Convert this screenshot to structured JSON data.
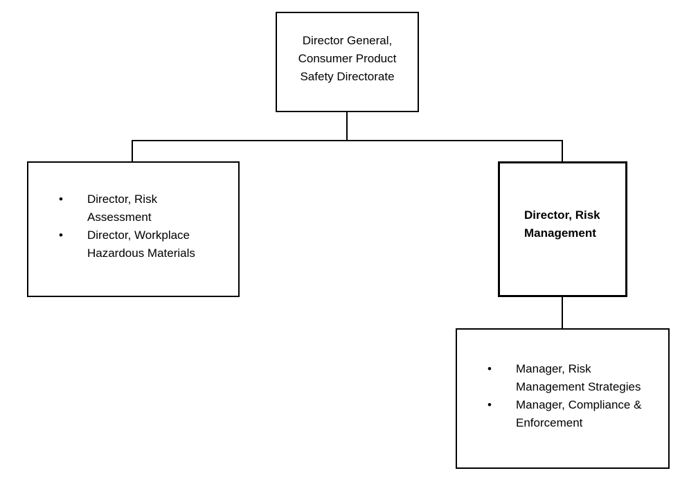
{
  "diagram": {
    "type": "org-chart",
    "background_color": "#ffffff",
    "line_color": "#000000",
    "text_color": "#000000",
    "bullet_glyph": "•",
    "nodes": {
      "director_general": {
        "text": "Director General, Consumer Product Safety Directorate",
        "lines": [
          "Director General,",
          "Consumer Product",
          "Safety Directorate"
        ],
        "bold": false
      },
      "directors_group": {
        "items": [
          {
            "text": "Director, Risk Assessment",
            "lines": [
              "Director, Risk",
              "Assessment"
            ]
          },
          {
            "text": "Director, Workplace Hazardous Materials",
            "lines": [
              "Director, Workplace",
              "Hazardous Materials"
            ]
          }
        ]
      },
      "director_risk_management": {
        "text": "Director, Risk Management",
        "lines": [
          "Director, Risk",
          "Management"
        ],
        "bold": true
      },
      "managers_group": {
        "items": [
          {
            "text": "Manager, Risk Management Strategies",
            "lines": [
              "Manager, Risk",
              "Management Strategies"
            ]
          },
          {
            "text": "Manager, Compliance & Enforcement",
            "lines": [
              "Manager, Compliance &",
              "Enforcement"
            ]
          }
        ]
      }
    },
    "edges": [
      {
        "from": "director_general",
        "to": "directors_group"
      },
      {
        "from": "director_general",
        "to": "director_risk_management"
      },
      {
        "from": "director_risk_management",
        "to": "managers_group"
      }
    ]
  }
}
